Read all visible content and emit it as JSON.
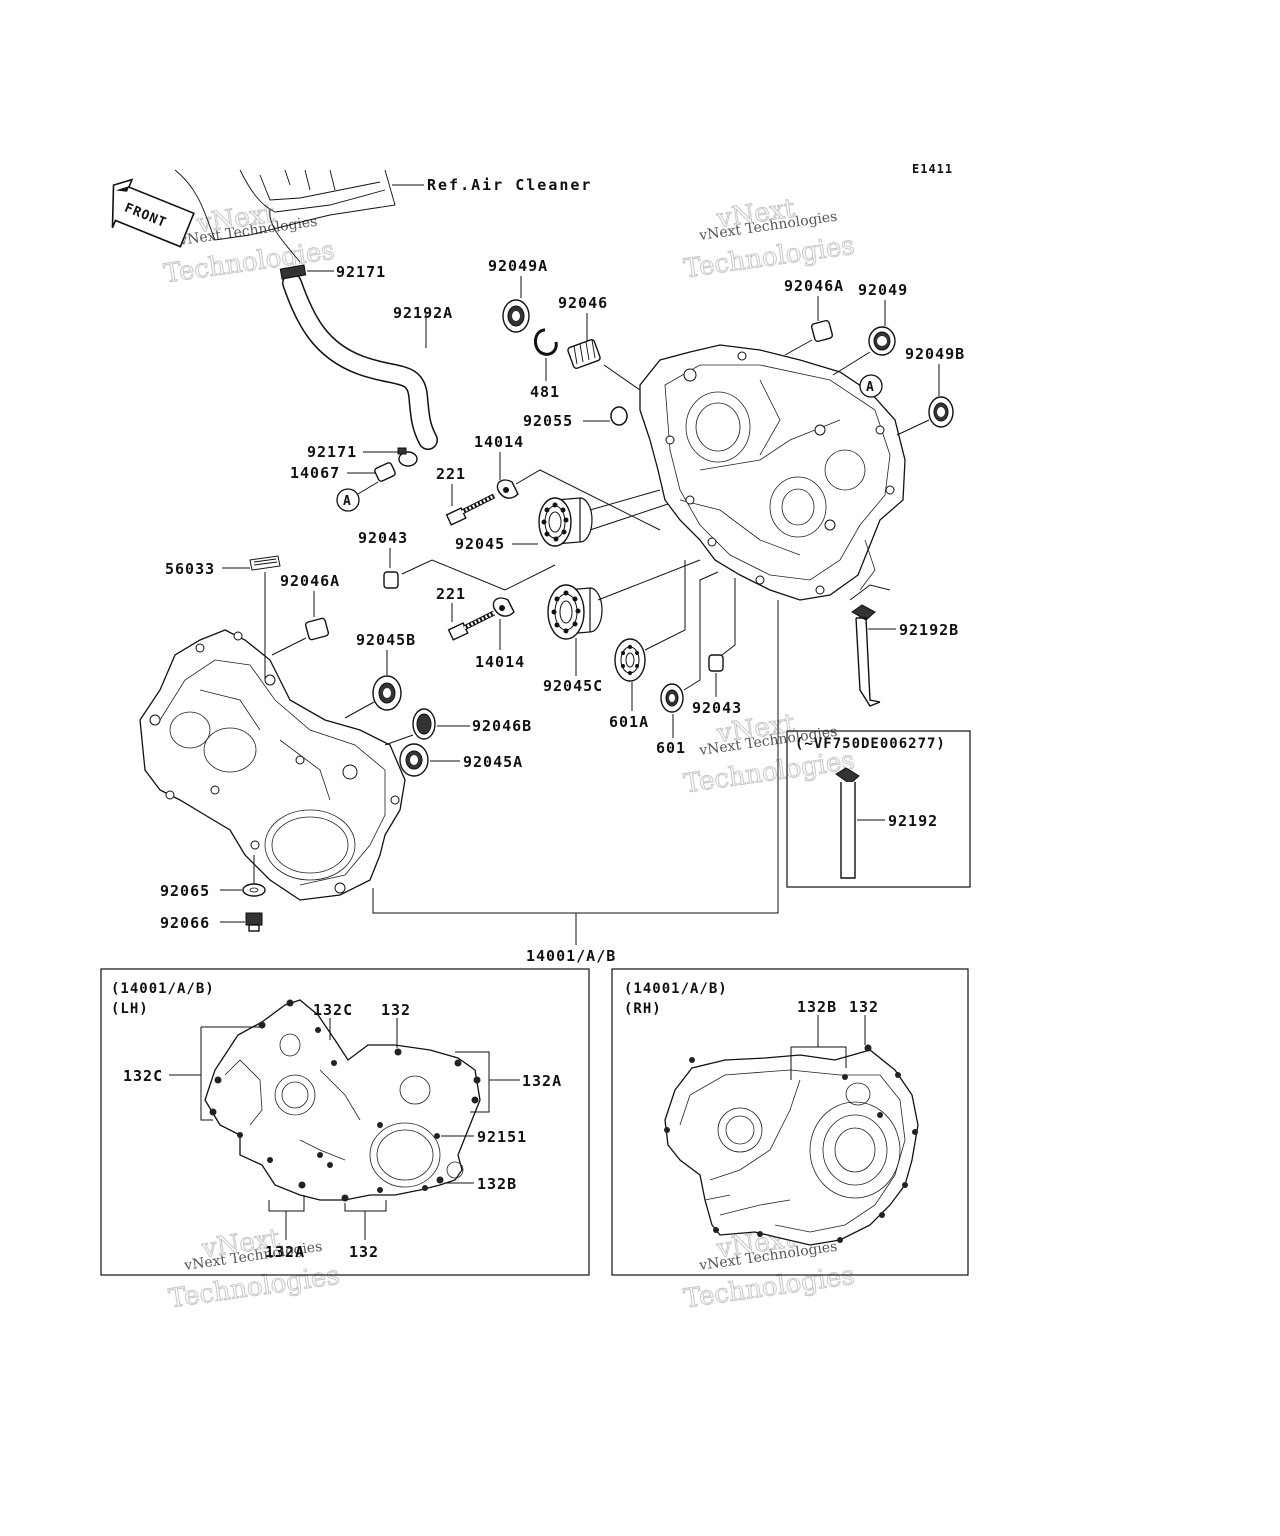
{
  "diagram_code": "E1411",
  "front_arrow_label": "FRONT",
  "ref_air_cleaner": "Ref.Air Cleaner",
  "callout_A": "A",
  "watermark": {
    "line1": "vNext Technologies",
    "line2": "vNext",
    "line3": "Technologies"
  },
  "parts": {
    "p92171_top": "92171",
    "p92192A": "92192A",
    "p92171_mid": "92171",
    "p14067": "14067",
    "p92049A": "92049A",
    "p92046": "92046",
    "p481": "481",
    "p92055": "92055",
    "p14014_top": "14014",
    "p221_top": "221",
    "p92045": "92045",
    "p92043_left": "92043",
    "p221_bot": "221",
    "p14014_bot": "14014",
    "p92045C": "92045C",
    "p601A": "601A",
    "p601": "601",
    "p92043_right": "92043",
    "p92046A_top": "92046A",
    "p92049": "92049",
    "p92049B": "92049B",
    "p92192B": "92192B",
    "p56033": "56033",
    "p92046A_left": "92046A",
    "p92045B": "92045B",
    "p92046B": "92046B",
    "p92045A": "92045A",
    "p92065": "92065",
    "p92066": "92066",
    "p14001": "14001/A/B",
    "p92192": "92192"
  },
  "serial_box": {
    "label": "(~VF750DE006277)"
  },
  "lh_box": {
    "line1": "(14001/A/B)",
    "line2": "(LH)",
    "p132C_left": "132C",
    "p132C_top": "132C",
    "p132_top": "132",
    "p132A_right": "132A",
    "p92151": "92151",
    "p132B": "132B",
    "p132A_bot": "132A",
    "p132_bot": "132"
  },
  "rh_box": {
    "line1": "(14001/A/B)",
    "line2": "(RH)",
    "p132B": "132B",
    "p132": "132"
  }
}
